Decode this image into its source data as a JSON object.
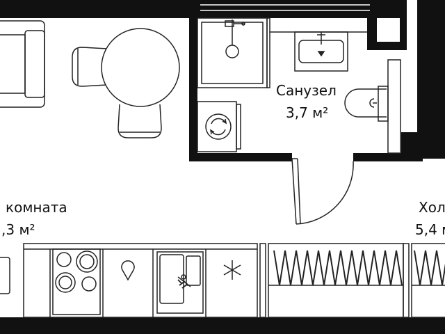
{
  "rooms": {
    "living": {
      "name": "комната",
      "area": ",3 м²"
    },
    "bathroom": {
      "name": "Санузел",
      "area": "3,7 м²"
    },
    "hall": {
      "name": "Хол",
      "area": "5,4 м"
    }
  },
  "colors": {
    "wall": "#111111",
    "line": "#222222",
    "fill": "#ffffff"
  }
}
